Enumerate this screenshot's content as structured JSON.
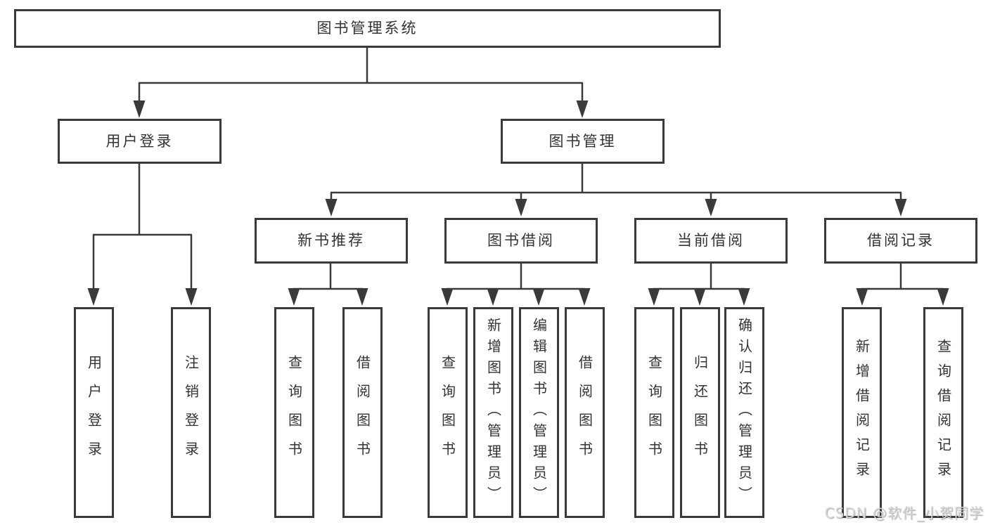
{
  "nodes": {
    "root": "图书管理系统",
    "level2": [
      "用户登录",
      "图书管理"
    ],
    "level3": [
      "新书推荐",
      "图书借阅",
      "当前借阅",
      "借阅记录"
    ],
    "leaves_user_login": [
      "用户登录",
      "注销登录"
    ],
    "leaves_new_books": [
      "查询图书",
      "借阅图书"
    ],
    "leaves_book_borrow": [
      "查询图书",
      "新增图书（管理员）",
      "编辑图书（管理员）",
      "借阅图书"
    ],
    "leaves_current_borrow": [
      "查询图书",
      "归还图书",
      "确认归还（管理员）"
    ],
    "leaves_borrow_records": [
      "新增借阅记录",
      "查询借阅记录"
    ]
  },
  "watermark": "CSDN @软件_小贺同学",
  "colors": {
    "line": "#3a3a3a",
    "text": "#333333",
    "background": "#ffffff",
    "watermark": "#d6d6d6"
  }
}
